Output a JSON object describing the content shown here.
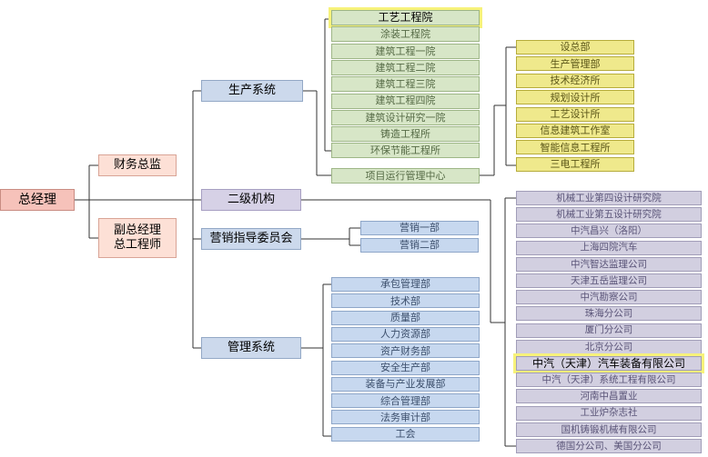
{
  "root": {
    "label": "总经理"
  },
  "finance": {
    "label": "财务总监"
  },
  "vice": {
    "label": "副总经理\n总工程师"
  },
  "production": {
    "label": "生产系统",
    "units": [
      "工艺工程院",
      "涂装工程院",
      "建筑工程一院",
      "建筑工程二院",
      "建筑工程三院",
      "建筑工程四院",
      "建筑设计研究一院",
      "铸造工程所",
      "环保节能工程所"
    ],
    "project_center": {
      "label": "项目运行管理中心"
    },
    "sub_units": [
      "设总部",
      "生产管理部",
      "技术经济所",
      "规划设计所",
      "工艺设计所",
      "信息建筑工作室",
      "智能信息工程所",
      "三电工程所"
    ]
  },
  "second_level": {
    "label": "二级机构",
    "units": [
      "机械工业第四设计研究院",
      "机械工业第五设计研究院",
      "中汽昌兴（洛阳）",
      "上海四院汽车",
      "中汽智达监理公司",
      "天津五岳监理公司",
      "中汽勘察公司",
      "珠海分公司",
      "厦门分公司",
      "北京分公司",
      "中汽（天津）汽车装备有限公司",
      "中汽（天津）系统工程有限公司",
      "河南中昌置业",
      "工业炉杂志社",
      "国机铸锻机械有限公司",
      "德国分公司、美国分公司"
    ]
  },
  "marketing": {
    "label": "营销指导委员会",
    "units": [
      "营销一部",
      "营销二部"
    ]
  },
  "management": {
    "label": "管理系统",
    "units": [
      "承包管理部",
      "技术部",
      "质量部",
      "人力资源部",
      "资产财务部",
      "安全生产部",
      "装备与产业发展部",
      "综合管理部",
      "法务审计部",
      "工会"
    ]
  },
  "colors": {
    "root_fill": "#f6c2ba",
    "pink_fill": "#fde0d6",
    "level1_fill": "#ccd9ec",
    "green_fill": "#d7e6c7",
    "yellow_fill": "#efe98c",
    "blue_fill": "#c7d8ef",
    "purple_fill": "#d2cfe0",
    "highlight": "#f7f27a",
    "line": "#333333"
  }
}
